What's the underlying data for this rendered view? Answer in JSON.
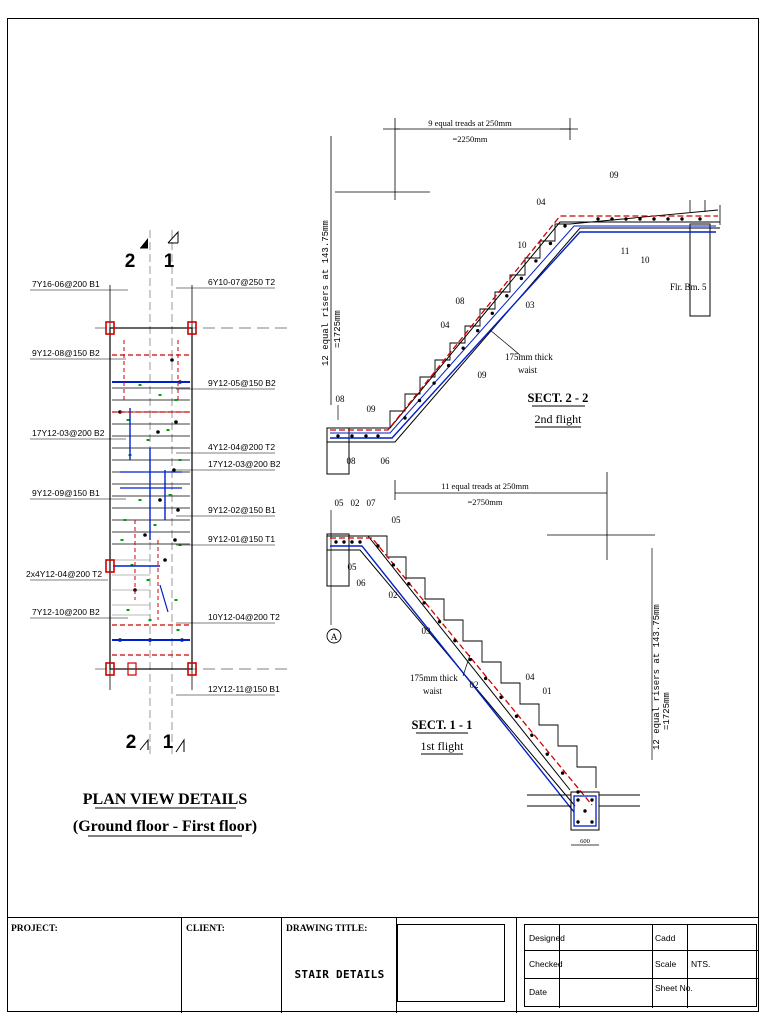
{
  "plan": {
    "section_marks_top": [
      "2",
      "1"
    ],
    "section_marks_bottom": [
      "2",
      "1"
    ],
    "labels_left": [
      "7Y16-06@200 B1",
      "9Y12-08@150 B2",
      "17Y12-03@200 B2",
      "9Y12-09@150 B1",
      "2x4Y12-04@200 T2",
      "7Y12-10@200 B2"
    ],
    "labels_right": [
      "6Y10-07@250 T2",
      "9Y12-05@150 B2",
      "4Y12-04@200 T2",
      "17Y12-03@200 B2",
      "9Y12-02@150 B1",
      "9Y12-01@150 T1",
      "10Y12-04@200 T2",
      "12Y12-11@150 B1"
    ],
    "title_line1": "PLAN VIEW DETAILS",
    "title_line2": "(Ground floor - First floor)"
  },
  "sect22": {
    "dim_text1": "9 equal treads at 250mm",
    "dim_text2": "=2250mm",
    "risers_text1": "12 equal risers at 143.75mm",
    "risers_text2": "=1725mm",
    "marks": [
      "09",
      "04",
      "10",
      "11",
      "10",
      "08",
      "04",
      "03",
      "09",
      "08",
      "09",
      "08",
      "06"
    ],
    "flr_beam": "Flr. Bm. 5",
    "waist1": "175mm thick",
    "waist2": "waist",
    "title": "SECT. 2 - 2",
    "subtitle": "2nd flight"
  },
  "sect11": {
    "dim_text1": "11 equal treads at 250mm",
    "dim_text2": "=2750mm",
    "risers_text1": "12 equal risers at 143.75mm",
    "risers_text2": "=1725mm",
    "marks_top": [
      "05",
      "02",
      "07"
    ],
    "marks": [
      "05",
      "05",
      "06",
      "02",
      "03",
      "02",
      "04",
      "01"
    ],
    "grid_mark": "A",
    "waist1": "175mm thick",
    "waist2": "waist",
    "title": "SECT. 1 - 1",
    "subtitle": "1st flight",
    "beam_dim": "600"
  },
  "title_block": {
    "project_label": "PROJECT:",
    "client_label": "CLIENT:",
    "drawing_title_label": "DRAWING TITLE:",
    "drawing_title": "STAIR DETAILS",
    "designed": "Designed",
    "checked": "Checked",
    "date": "Date",
    "cadd": "Cadd",
    "scale": "Scale",
    "scale_value": "NTS.",
    "sheet_no": "Sheet No."
  },
  "colors": {
    "top_bar": "#d00000",
    "bottom_bar": "#0020c8",
    "link": "#00a000",
    "line": "#000000"
  }
}
